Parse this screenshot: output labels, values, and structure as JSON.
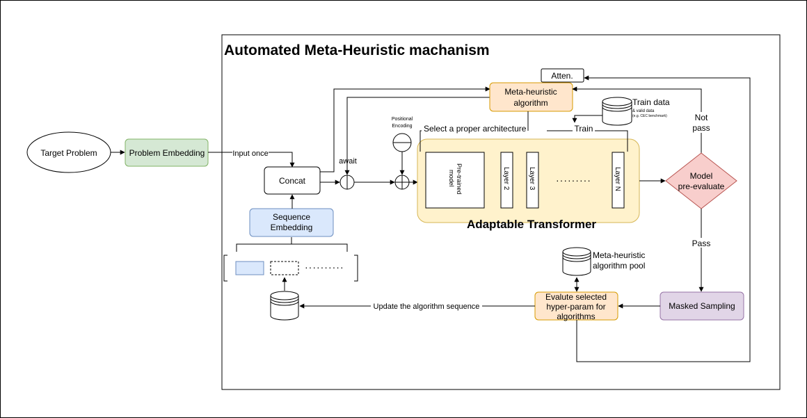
{
  "diagram": {
    "title": "Automated Meta-Heuristic machanism",
    "target_problem": "Target Problem",
    "problem_embedding": "Problem Embedding",
    "input_once": "Input once",
    "concat": "Concat",
    "await": "await",
    "sequence_embedding_line1": "Sequence",
    "sequence_embedding_line2": "Embedding",
    "positional_encoding_line1": "Positional",
    "positional_encoding_line2": "Encoding",
    "select_architecture": "Select  a proper architecture",
    "pretrained_line1": "Pre-trained",
    "pretrained_line2": "model",
    "layer2": "Layer 2",
    "layer3": "Layer 3",
    "layerN": "Layer N",
    "layer_dots": "·········",
    "adaptable_transformer": "Adaptable Transformer",
    "atten": "Atten.",
    "meta_heuristic_line1": "Meta-heuristic",
    "meta_heuristic_line2": "algorithm",
    "train_data": "Train data",
    "valid_data": "& valid data",
    "cec_benchmark": "(e.g. CEC benchmark)",
    "train": "Train",
    "not": "Not",
    "pass_top": "pass",
    "model_line1": "Model",
    "model_line2": "pre-evaluate",
    "pass_bottom": "Pass",
    "masked_sampling": "Masked Sampling",
    "pool_line1": "Meta-heuristic",
    "pool_line2": "algorithm pool",
    "evaluate_line1": "Evalute selected",
    "evaluate_line2": "hyper-param for",
    "evaluate_line3": "algorithms",
    "update_sequence": "Update the algorithm sequence",
    "sequence_dots": "··········"
  },
  "colors": {
    "green_fill": "#d5e8d4",
    "green_stroke": "#82b366",
    "blue_fill": "#dae8fc",
    "blue_stroke": "#6c8ebf",
    "orange_fill": "#ffe6cc",
    "orange_stroke": "#d79b00",
    "yellow_fill": "#fff2cc",
    "yellow_stroke": "#d6b656",
    "red_fill": "#f8cecc",
    "red_stroke": "#b85450",
    "purple_fill": "#e1d5e7",
    "purple_stroke": "#9673a6"
  }
}
